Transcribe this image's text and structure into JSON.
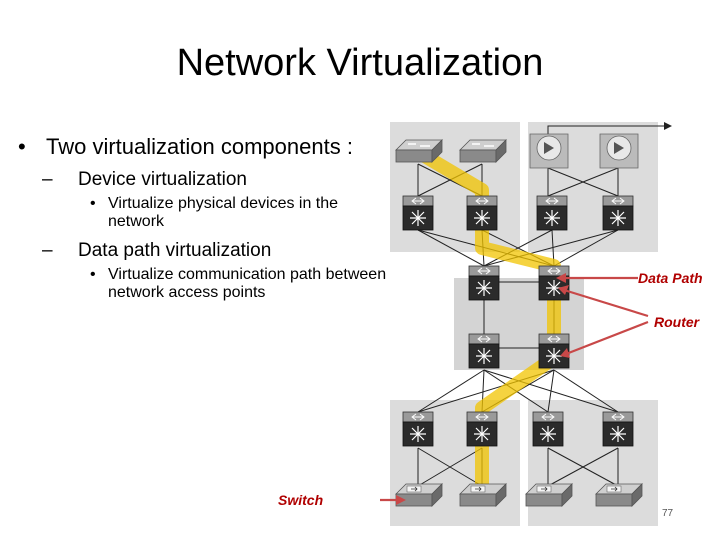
{
  "slide": {
    "title": "Network Virtualization",
    "page_number": "77"
  },
  "bullets": {
    "b1": "Two virtualization components :",
    "b1_1": "Device virtualization",
    "b1_1_1": "Virtualize physical devices in the network",
    "b1_2": "Data path virtualization",
    "b1_2_1": "Virtualize communication path between network access points"
  },
  "callouts": {
    "data_path": "Data Path",
    "router": "Router",
    "switch": "Switch"
  },
  "colors": {
    "callout": "#b00000",
    "path_highlight": "#f2c400",
    "panel_bg": "#dcdcdc"
  }
}
